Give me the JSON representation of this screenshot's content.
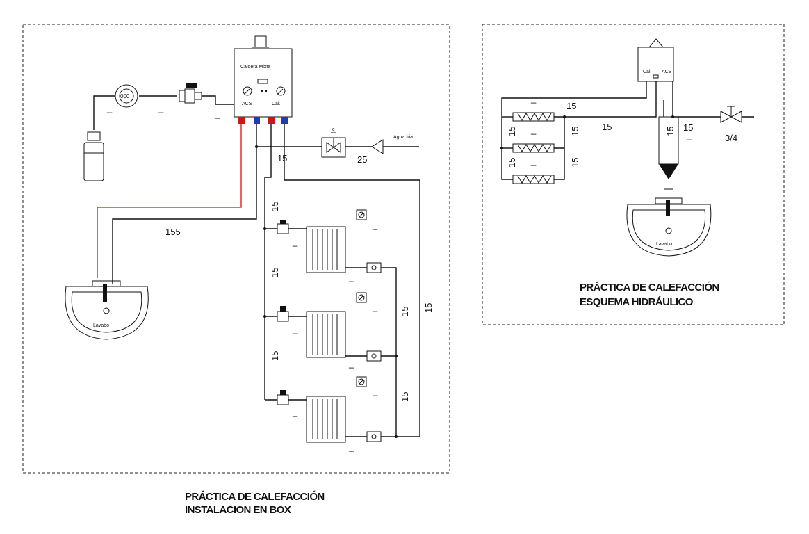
{
  "left_panel": {
    "boiler_label": "Caldera Mixta",
    "acs_label": "ACS",
    "cal_label": "Cal.",
    "water_label": "Agua fria",
    "size_15a": "15",
    "size_25": "25",
    "size_155": "155",
    "size_15b": "15",
    "size_15c": "15",
    "size_15d": "15",
    "size_15e": "15",
    "size_15f": "15",
    "size_15g": "15",
    "basin_label": "Lavabo",
    "title_line1": "PRÁCTICA DE CALEFACCIÓN",
    "title_line2": "INSTALACION EN BOX"
  },
  "right_panel": {
    "cal_label": "Cal",
    "acs_label": "ACS",
    "size_15a": "15",
    "size_15b": "15",
    "size_15c": "15",
    "size_15d": "15",
    "size_15e": "15",
    "size_15f": "15",
    "size_15g": "15",
    "size_15h": "15",
    "size_34": "3/4",
    "basin_label": "Lavabo",
    "title_line1": "PRÁCTICA DE CALEFACCIÓN",
    "title_line2": "ESQUEMA HIDRÁULICO"
  },
  "colors": {
    "hot_pipe": "#e23b3b",
    "hot_connector": "#c81818",
    "cold_connector": "#1a3fb0"
  }
}
